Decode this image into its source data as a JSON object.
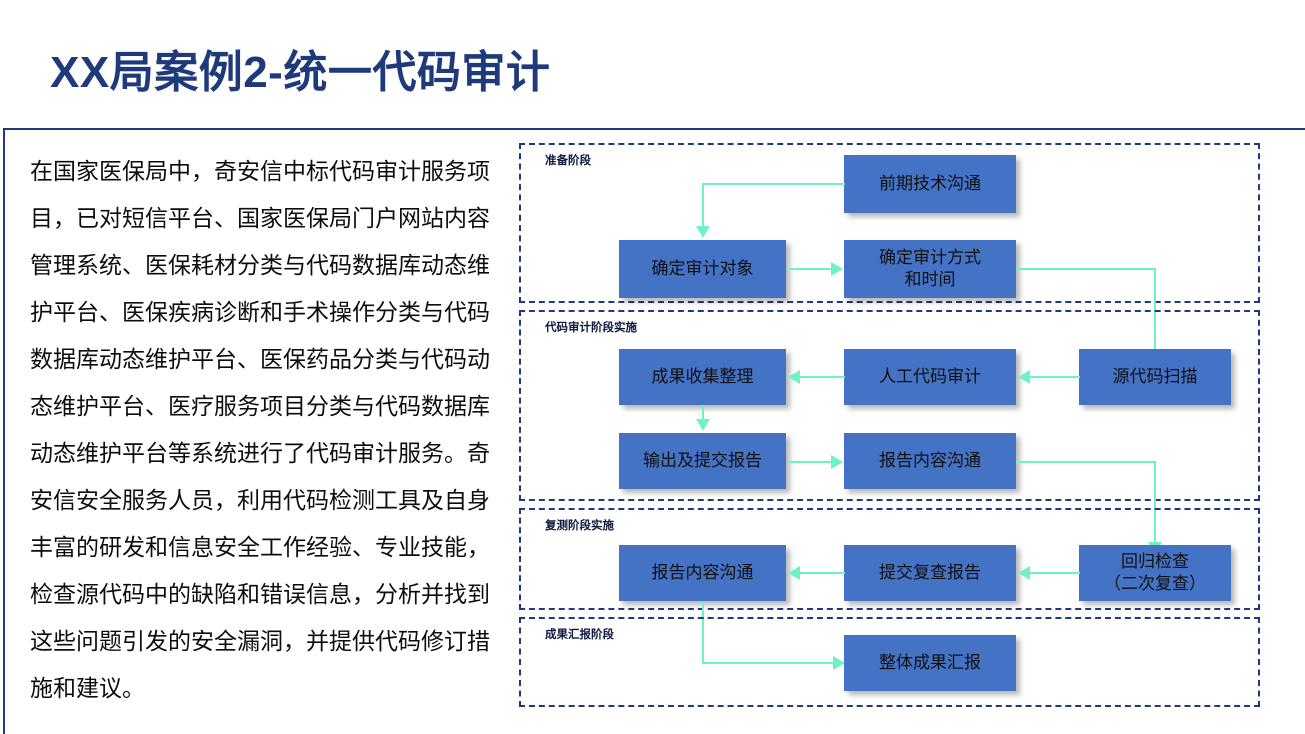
{
  "slide": {
    "title": "XX局案例2-统一代码审计",
    "title_color": "#1F3A7A",
    "body_text": "在国家医保局中，奇安信中标代码审计服务项目，已对短信平台、国家医保局门户网站内容管理系统、医保耗材分类与代码数据库动态维护平台、医保疾病诊断和手术操作分类与代码数据库动态维护平台、医保药品分类与代码动态维护平台、医疗服务项目分类与代码数据库动态维护平台等系统进行了代码审计服务。奇安信安全服务人员，利用代码检测工具及自身丰富的研发和信息安全工作经验、专业技能，检查源代码中的缺陷和错误信息，分析并找到这些问题引发的安全漏洞，并提供代码修订措施和建议。"
  },
  "diagram": {
    "node_color": "#4472C4",
    "connector_color": "#6FF2C4",
    "phase_border_color": "#1F3A7A",
    "phases": [
      {
        "label": "准备阶段",
        "nodes": [
          {
            "name": "node-early-tech-comm",
            "text": "前期技术沟通"
          },
          {
            "name": "node-determine-audit-target",
            "text": "确定审计对象"
          },
          {
            "name": "node-determine-audit-method-time",
            "text": "确定审计方式\n和时间"
          }
        ]
      },
      {
        "label": "代码审计阶段实施",
        "nodes": [
          {
            "name": "node-result-collection",
            "text": "成果收集整理"
          },
          {
            "name": "node-manual-code-audit",
            "text": "人工代码审计"
          },
          {
            "name": "node-source-code-scan",
            "text": "源代码扫描"
          },
          {
            "name": "node-output-submit-report",
            "text": "输出及提交报告"
          },
          {
            "name": "node-report-content-comm",
            "text": "报告内容沟通"
          }
        ]
      },
      {
        "label": "复测阶段实施",
        "nodes": [
          {
            "name": "node-report-content-comm-2",
            "text": "报告内容沟通"
          },
          {
            "name": "node-submit-recheck-report",
            "text": "提交复查报告"
          },
          {
            "name": "node-regression-check",
            "text": "回归检查\n（二次复查）"
          }
        ]
      },
      {
        "label": "成果汇报阶段",
        "nodes": [
          {
            "name": "node-overall-result-report",
            "text": "整体成果汇报"
          }
        ]
      }
    ]
  }
}
